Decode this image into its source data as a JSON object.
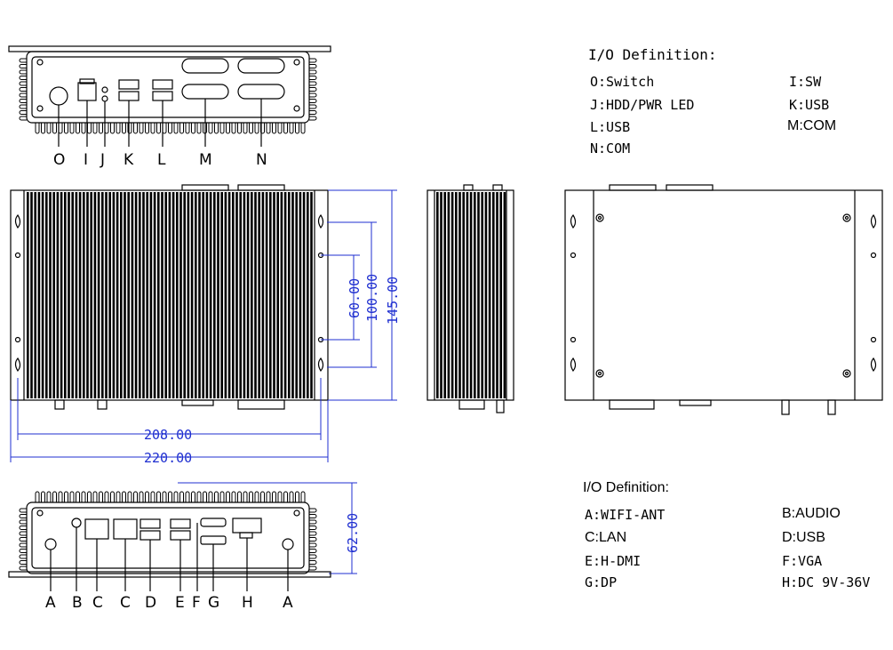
{
  "top_io": {
    "title": "I/O Definition:",
    "items": [
      {
        "label": "O:Switch"
      },
      {
        "label": "I:SW"
      },
      {
        "label": "J:HDD/PWR LED"
      },
      {
        "label": "K:USB"
      },
      {
        "label": "L:USB"
      },
      {
        "label": "M:COM"
      },
      {
        "label": "N:COM"
      }
    ]
  },
  "bottom_io": {
    "title": "I/O Definition:",
    "items": [
      {
        "label": "A:WIFI-ANT"
      },
      {
        "label": "B:AUDIO"
      },
      {
        "label": "C:LAN"
      },
      {
        "label": "D:USB"
      },
      {
        "label": "E:H-DMI"
      },
      {
        "label": "F:VGA"
      },
      {
        "label": "G:DP"
      },
      {
        "label": "H:DC 9V-36V"
      }
    ]
  },
  "rear_labels": [
    "O",
    "I",
    "J",
    "K",
    "L",
    "M",
    "N"
  ],
  "front_labels": [
    "A",
    "B",
    "C",
    "C",
    "D",
    "E",
    "F",
    "G",
    "H",
    "A"
  ],
  "dimensions": {
    "d60": "60.00",
    "d100": "100.00",
    "d145": "145.00",
    "d208": "208.00",
    "d220": "220.00",
    "d62": "62.00"
  },
  "colors": {
    "dimension": "#1f2fd0",
    "line": "#000000"
  }
}
